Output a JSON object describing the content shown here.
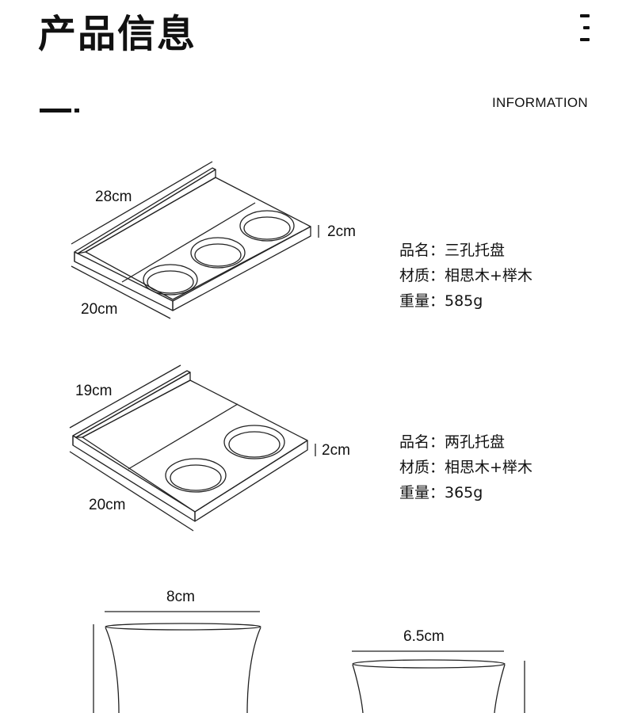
{
  "header": {
    "title": "产品信息",
    "subtitle_en": "INFORMATION"
  },
  "product1": {
    "dims": {
      "length": "28cm",
      "width": "20cm",
      "height": "2cm"
    },
    "specs": [
      "品名：三孔托盘",
      "材质：相思木+榉木",
      "重量：585g"
    ]
  },
  "product2": {
    "dims": {
      "length": "19cm",
      "width": "20cm",
      "height": "2cm"
    },
    "specs": [
      "品名：两孔托盘",
      "材质：相思木+榉木",
      "重量：365g"
    ]
  },
  "cups": {
    "large_width": "8cm",
    "small_width": "6.5cm"
  },
  "icons": {
    "menu": "menu-lines-icon",
    "dash": "dash-accent-icon"
  }
}
